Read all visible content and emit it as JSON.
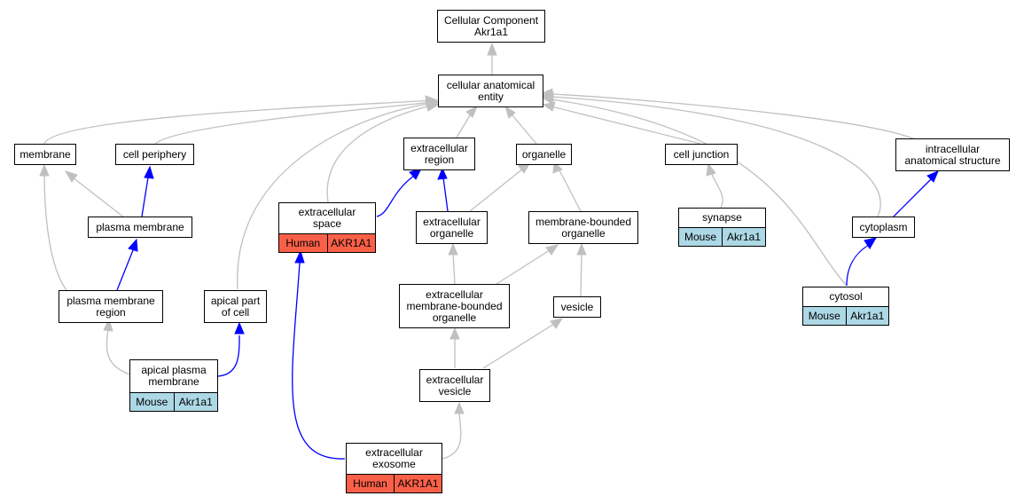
{
  "nodes": {
    "root": {
      "line1": "Cellular Component",
      "line2": "Akr1a1"
    },
    "cae": {
      "line1": "cellular anatomical",
      "line2": "entity"
    },
    "membrane": {
      "line1": "membrane"
    },
    "cell_periphery": {
      "line1": "cell periphery"
    },
    "extracellular_region": {
      "line1": "extracellular",
      "line2": "region"
    },
    "organelle": {
      "line1": "organelle"
    },
    "cell_junction": {
      "line1": "cell junction"
    },
    "intracellular": {
      "line1": "intracellular",
      "line2": "anatomical structure"
    },
    "plasma_membrane": {
      "line1": "plasma membrane"
    },
    "extracellular_space": {
      "line1": "extracellular",
      "line2": "space",
      "species": "Human",
      "gene": "AKR1A1"
    },
    "extracellular_organelle": {
      "line1": "extracellular",
      "line2": "organelle"
    },
    "membrane_bounded": {
      "line1": "membrane-bounded",
      "line2": "organelle"
    },
    "synapse": {
      "line1": "synapse",
      "species": "Mouse",
      "gene": "Akr1a1"
    },
    "cytoplasm": {
      "line1": "cytoplasm"
    },
    "pm_region": {
      "line1": "plasma membrane",
      "line2": "region"
    },
    "apical_part": {
      "line1": "apical part",
      "line2": "of cell"
    },
    "ec_mbo": {
      "line1": "extracellular",
      "line2": "membrane-bounded",
      "line3": "organelle"
    },
    "vesicle": {
      "line1": "vesicle"
    },
    "cytosol": {
      "line1": "cytosol",
      "species": "Mouse",
      "gene": "Akr1a1"
    },
    "apical_pm": {
      "line1": "apical plasma",
      "line2": "membrane",
      "species": "Mouse",
      "gene": "Akr1a1"
    },
    "ec_vesicle": {
      "line1": "extracellular",
      "line2": "vesicle"
    },
    "ec_exosome": {
      "line1": "extracellular",
      "line2": "exosome",
      "species": "Human",
      "gene": "AKR1A1"
    }
  },
  "colors": {
    "is_a_edge": "#c0c0c0",
    "part_of_edge": "#0000ff",
    "mouse_badge": "#add8e6",
    "human_badge": "#fa6048"
  }
}
